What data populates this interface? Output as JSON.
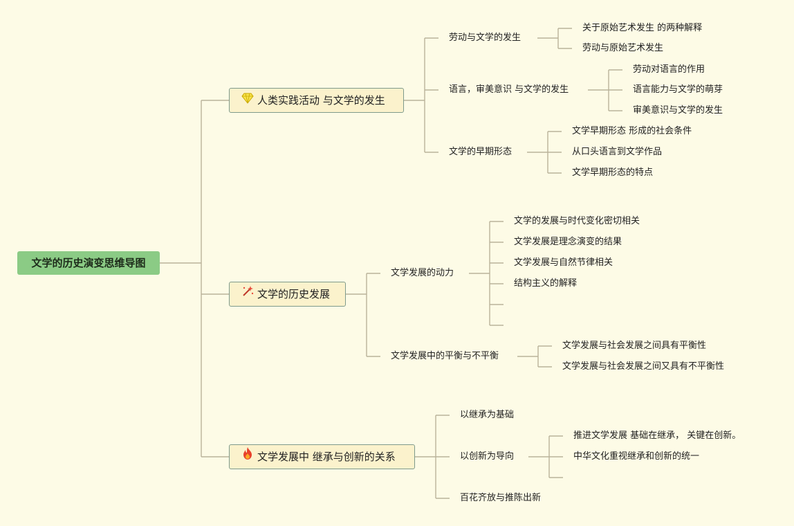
{
  "root": {
    "label": "文学的历史演变思维导图"
  },
  "main1": {
    "icon": "diamond-icon",
    "label": "人类实践活动 与文学的发生",
    "sub1": {
      "label": "劳动与文学的发生",
      "leaves": [
        "关于原始艺术发生 的两种解释",
        "劳动与原始艺术发生"
      ]
    },
    "sub2": {
      "label": "语言，审美意识 与文学的发生",
      "leaves": [
        "劳动对语言的作用",
        "语言能力与文学的萌芽",
        "审美意识与文学的发生"
      ]
    },
    "sub3": {
      "label": "文学的早期形态",
      "leaves": [
        "文学早期形态 形成的社会条件",
        "从口头语言到文学作品",
        "文学早期形态的特点"
      ]
    }
  },
  "main2": {
    "icon": "magic-wand-icon",
    "label": "文学的历史发展",
    "sub1": {
      "label": "文学发展的动力",
      "leaves": [
        "文学的发展与时代变化密切相关",
        "文学发展是理念演变的结果",
        "文学发展与自然节律相关",
        "结构主义的解释"
      ]
    },
    "sub2": {
      "label": "文学发展中的平衡与不平衡",
      "leaves": [
        "文学发展与社会发展之间具有平衡性",
        "文学发展与社会发展之间又具有不平衡性"
      ]
    }
  },
  "main3": {
    "icon": "fire-icon",
    "label": "文学发展中 继承与创新的关系",
    "sub1": {
      "label": "以继承为基础"
    },
    "sub2": {
      "label": "以创新为导向",
      "leaves": [
        "推进文学发展 基础在继承， 关键在创新。",
        "中华文化重视继承和创新的统一"
      ]
    },
    "sub3": {
      "label": "百花齐放与推陈出新"
    }
  }
}
